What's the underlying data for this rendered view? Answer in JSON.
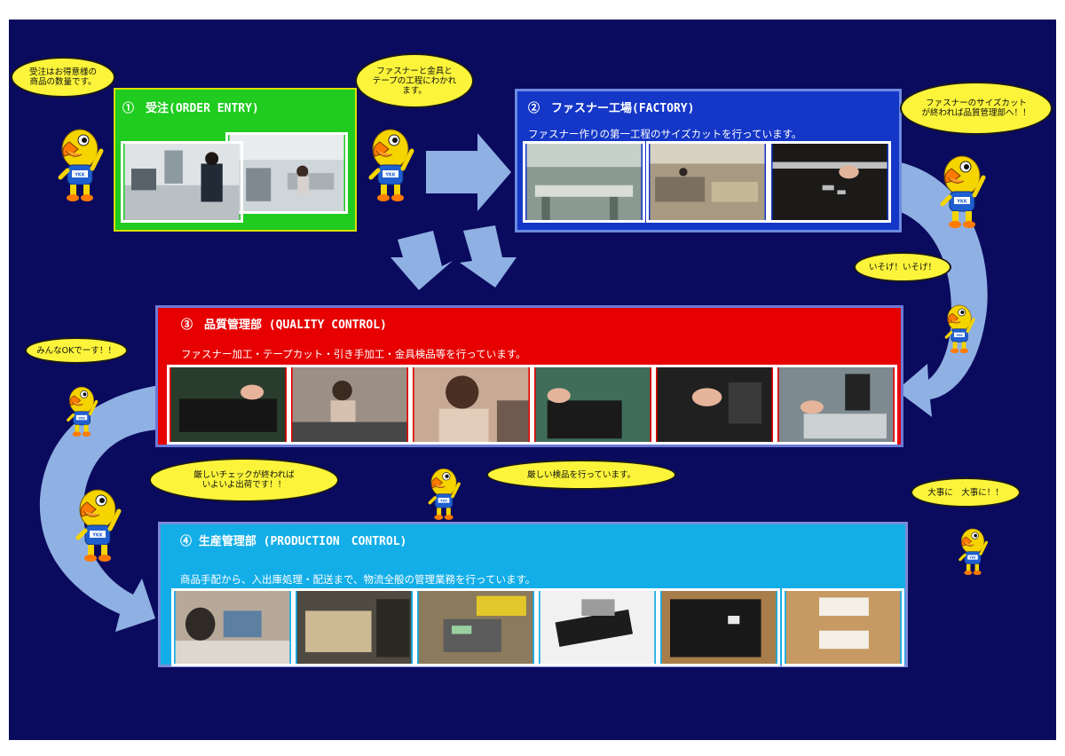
{
  "colors": {
    "background": "#0a0a5e",
    "order_entry": "#1fcc1f",
    "factory": "#1537c8",
    "quality": "#e60000",
    "production": "#13aee8",
    "bubble": "#fbf43a",
    "arrow": "#8fb0e2"
  },
  "panels": {
    "order_entry": {
      "title": "①　受注(ORDER ENTRY)"
    },
    "factory": {
      "title": "②　ファスナー工場(FACTORY)",
      "description": "ファスナー作りの第一工程のサイズカットを行っています。"
    },
    "quality": {
      "title": "③　品質管理部 (QUALITY CONTROL)",
      "description": "ファスナー加工・テープカット・引き手加工・金具検品等を行っています。"
    },
    "production": {
      "title": "④ 生産管理部 (PRODUCTION　CONTROL)",
      "description": "商品手配から、入出庫処理・配送まで、物流全般の管理業務を行っています。"
    }
  },
  "bubbles": {
    "b1": "受注はお得意様の\n商品の数量です。",
    "b2": "ファスナーと金具と\nテープの工程にわかれ\nます。",
    "b3": "ファスナーのサイズカット\nが終われば品質管理部へ！！",
    "b4": "いそげ！いそげ！",
    "b5": "みんなOKでーす！！",
    "b6": "厳しいチェックが終われば\nいよいよ出荷です！！",
    "b7": "厳しい検品を行っています。",
    "b8": "大事に　大事に！！"
  },
  "mascot": {
    "badge_text": "YKK"
  }
}
